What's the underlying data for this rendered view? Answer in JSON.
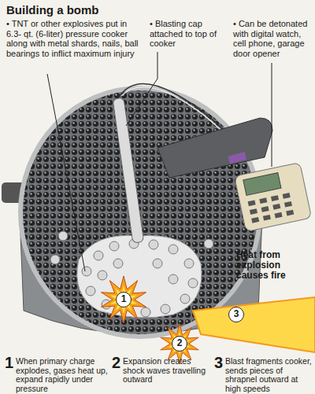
{
  "diagram": {
    "title": "Building a bomb",
    "labels": [
      "• TNT or other explosives put in 6.3- qt. (6-liter) pressure cooker along with metal shards, nails, ball bearings to inflict maximum injury",
      "• Blasting cap attached to top of cooker",
      "• Can be detonated with digital watch, cell phone, garage door opener",
      "1",
      "2",
      "3",
      "Heat from explosion causes fire",
      "1",
      "When primary charge explodes, gases heat up, expand rapidly under pressure",
      "2",
      "Expansion creates shock waves travelling outward",
      "3",
      "Blast fragments cooker, sends pieces of shrapnel outward at high speeds"
    ]
  }
}
